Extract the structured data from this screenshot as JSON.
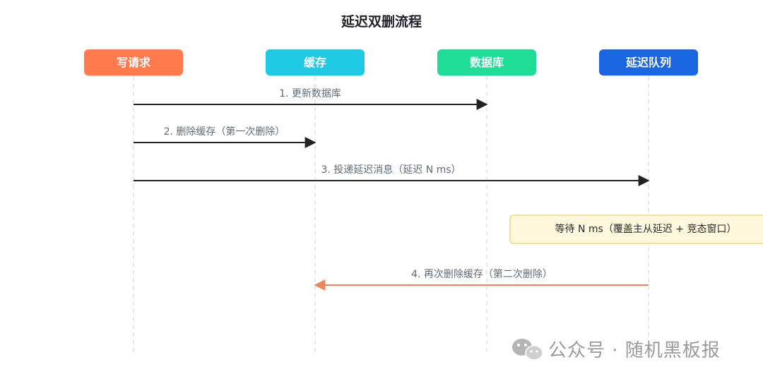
{
  "title": "延迟双删流程",
  "colors": {
    "writer": "#ff7a4d",
    "cache": "#1fc8e3",
    "database": "#1fdc96",
    "queue": "#1a66e0",
    "arrow_default": "#222222",
    "arrow_highlight": "#f0855a",
    "note_fill": "#fff8dc",
    "note_border": "#eed880"
  },
  "actors": [
    {
      "id": "writer",
      "label": "写请求"
    },
    {
      "id": "cache",
      "label": "缓存"
    },
    {
      "id": "database",
      "label": "数据库"
    },
    {
      "id": "queue",
      "label": "延迟队列"
    }
  ],
  "messages": [
    {
      "from": "writer",
      "to": "database",
      "label": "1. 更新数据库",
      "color": "arrow_default"
    },
    {
      "from": "writer",
      "to": "cache",
      "label": "2. 删除缓存（第一次删除）",
      "color": "arrow_default"
    },
    {
      "from": "writer",
      "to": "queue",
      "label": "3. 投递延迟消息（延迟 N ms）",
      "color": "arrow_default"
    },
    {
      "from": "queue",
      "to": "cache",
      "label": "4. 再次删除缓存（第二次删除）",
      "color": "arrow_highlight"
    }
  ],
  "note": {
    "over": "queue",
    "label": "等待 N ms（覆盖主从延迟 + 竞态窗口）"
  },
  "watermark": {
    "icon": "wechat-icon",
    "text": "公众号 · 随机黑板报"
  }
}
